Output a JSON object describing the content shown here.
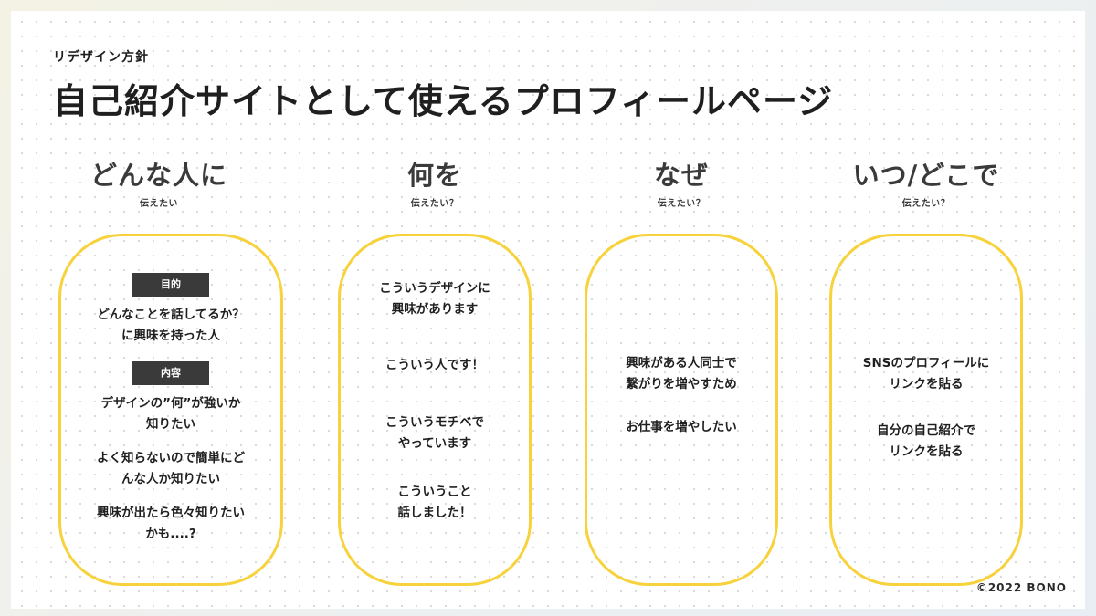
{
  "header": {
    "subtitle": "リデザイン方針",
    "title": "自己紹介サイトとして使えるプロフィールページ"
  },
  "columns": [
    {
      "heading": "どんな人に",
      "sub": "伝えたい",
      "sections": [
        {
          "tag": "目的",
          "items": [
            "どんなことを話してるか？\nに興味を持った人"
          ]
        },
        {
          "tag": "内容",
          "items": [
            "デザインの”何”が強いか\n知りたい",
            "よく知らないので簡単にど\nんな人か知りたい",
            "興味が出たら色々知りたい\nかも....?"
          ]
        }
      ]
    },
    {
      "heading": "何を",
      "sub": "伝えたい？",
      "items": [
        "こういうデザインに\n興味があります",
        "こういう人です！",
        "こういうモチベで\nやっています",
        "こういうこと\n話しました！"
      ]
    },
    {
      "heading": "なぜ",
      "sub": "伝えたい？",
      "items": [
        "興味がある人同士で\n繋がりを増やすため",
        "お仕事を増やしたい"
      ]
    },
    {
      "heading": "いつ/どこで",
      "sub": "伝えたい？",
      "items": [
        "SNSのプロフィールに\nリンクを貼る",
        "自分の自己紹介で\nリンクを貼る"
      ]
    }
  ],
  "footer": {
    "copyright": "©2022 BONO"
  },
  "colors": {
    "card_border": "#f7d23c",
    "tag_bg": "#3a3a3a"
  }
}
